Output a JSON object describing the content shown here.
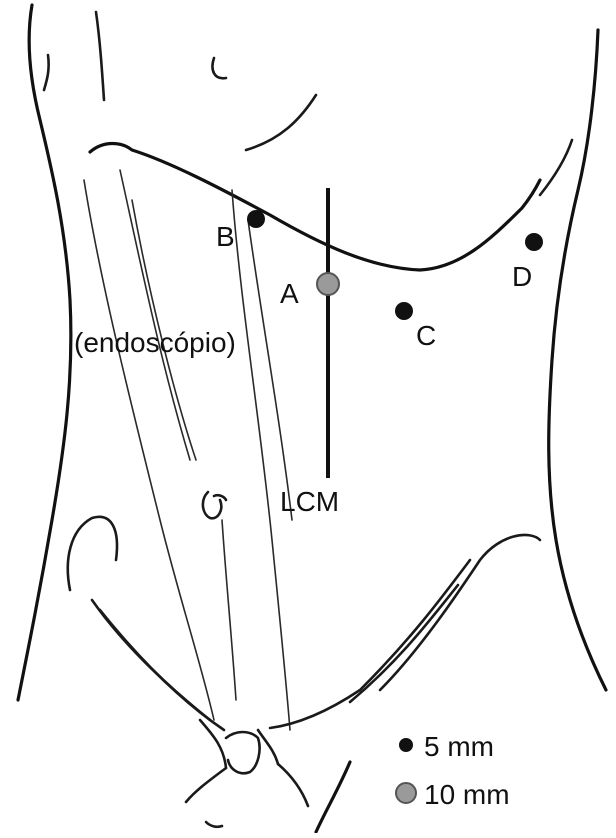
{
  "diagram": {
    "ports": [
      {
        "id": "A",
        "label": "A",
        "size": "10 mm",
        "color": "#9a9a9a"
      },
      {
        "id": "B",
        "label": "B",
        "size": "5 mm",
        "color": "#111111"
      },
      {
        "id": "C",
        "label": "C",
        "size": "5 mm",
        "color": "#111111"
      },
      {
        "id": "D",
        "label": "D",
        "size": "5 mm",
        "color": "#111111"
      }
    ],
    "endoscope_label": "(endoscópio)",
    "midline_label": "LCM",
    "legend": {
      "small_port": {
        "label": "5 mm",
        "color": "#111111"
      },
      "large_port": {
        "label": "10 mm",
        "color": "#9a9a9a"
      }
    }
  }
}
